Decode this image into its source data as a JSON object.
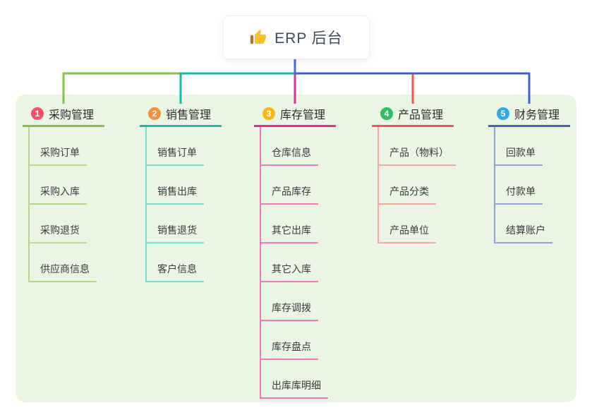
{
  "root": {
    "title": "ERP 后台",
    "icon": "thumbs-up-icon",
    "icon_color": "#F9BF2C",
    "icon_cuff_color": "#B5722D",
    "stem_color": "#4A66D9"
  },
  "panel": {
    "bg_color": "#EAF6E3"
  },
  "branches": [
    {
      "badge": "1",
      "badge_color": "#F2506C",
      "title": "采购管理",
      "line_color": "#85C146",
      "light_color": "#B3DA89",
      "items": [
        "采购订单",
        "采购入库",
        "采购退货",
        "供应商信息"
      ]
    },
    {
      "badge": "2",
      "badge_color": "#F7903E",
      "title": "销售管理",
      "line_color": "#16B9AD",
      "light_color": "#7FDCD2",
      "items": [
        "销售订单",
        "销售出库",
        "销售退货",
        "客户信息"
      ]
    },
    {
      "badge": "3",
      "badge_color": "#FBB615",
      "title": "库存管理",
      "line_color": "#DF2D9C",
      "light_color": "#F279BD",
      "items": [
        "仓库信息",
        "产品库存",
        "其它出库",
        "其它入库",
        "库存调拨",
        "库存盘点",
        "出库库明细"
      ]
    },
    {
      "badge": "4",
      "badge_color": "#2DBE60",
      "title": "产品管理",
      "line_color": "#F4524D",
      "light_color": "#FAA49C",
      "items": [
        "产品（物料）",
        "产品分类",
        "产品单位"
      ]
    },
    {
      "badge": "5",
      "badge_color": "#30A8E6",
      "title": "财务管理",
      "line_color": "#3E60C8",
      "light_color": "#91A5DC",
      "items": [
        "回款单",
        "付款单",
        "结算账户"
      ]
    }
  ]
}
